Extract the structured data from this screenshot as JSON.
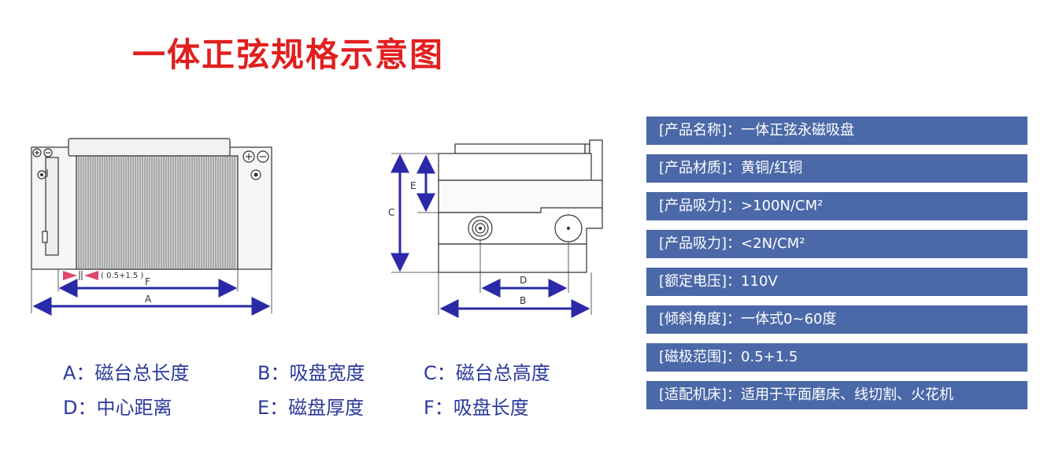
{
  "title": "一体正弦规格示意图",
  "diagram": {
    "front_labels": {
      "gap": "( 0.5+1.5 )",
      "F": "F",
      "A": "A"
    },
    "side_labels": {
      "E": "E",
      "C": "C",
      "D": "D",
      "B": "B"
    },
    "colors": {
      "dimension_line": "#2a2aa8",
      "gap_marker": "#e0466e",
      "outline": "#333333"
    }
  },
  "legend": [
    [
      "A：磁台总长度",
      "B：吸盘宽度",
      "C：磁台总高度"
    ],
    [
      "D：中心距离",
      "E：磁盘厚度",
      "F：吸盘长度"
    ]
  ],
  "specs": [
    "[产品名称]：一体正弦永磁吸盘",
    "[产品材质]：黄铜/红铜",
    "[产品吸力]：>100N/CM²",
    "[产品吸力]：<2N/CM²",
    "[额定电压]：110V",
    "[倾斜角度]：一体式0~60度",
    "[磁极范围]：0.5+1.5",
    "[适配机床]：适用于平面磨床、线切割、火花机"
  ]
}
